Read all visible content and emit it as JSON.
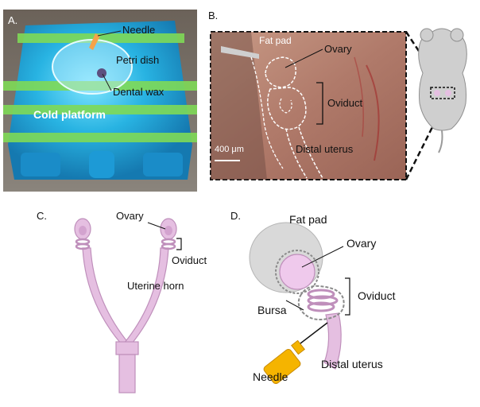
{
  "panels": {
    "a": {
      "letter": "A.",
      "labels": {
        "needle": "Needle",
        "petri_dish": "Petri dish",
        "dental_wax": "Dental wax",
        "cold_platform": "Cold platform"
      }
    },
    "b": {
      "letter": "B.",
      "labels": {
        "fat_pad": "Fat pad",
        "ovary": "Ovary",
        "oviduct": "Oviduct",
        "distal_uterus": "Distal uterus",
        "scale_bar": "400 μm"
      }
    },
    "c": {
      "letter": "C.",
      "labels": {
        "ovary": "Ovary",
        "oviduct": "Oviduct",
        "uterine_horn": "Uterine horn"
      }
    },
    "d": {
      "letter": "D.",
      "labels": {
        "fat_pad": "Fat pad",
        "ovary": "Ovary",
        "oviduct": "Oviduct",
        "bursa": "Bursa",
        "needle": "Needle",
        "distal_uterus": "Distal uterus"
      }
    }
  },
  "colors": {
    "tissue_pink": "#e5bfe1",
    "tissue_outline": "#bf8fbb",
    "fat_pad_gray": "#d9d9d9",
    "needle_orange": "#f5b400",
    "tape_green": "#7ed957",
    "platform_blue": "#22a6d8",
    "photo_tissue": "#b07a6a"
  }
}
